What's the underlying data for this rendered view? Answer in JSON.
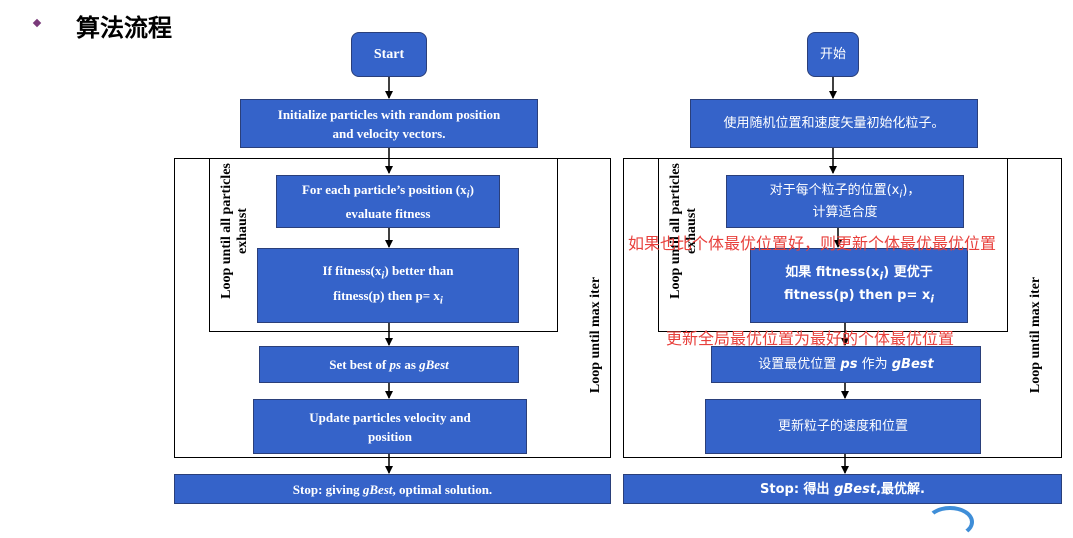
{
  "header": {
    "title": "算法流程"
  },
  "left": {
    "start": "Start",
    "init_line1": "Initialize particles with random position",
    "init_line2": "and velocity vectors.",
    "foreach_line1_prefix": "For each particle’s position (x",
    "foreach_sub": "i",
    "foreach_line1_suffix": ")",
    "foreach_line2": "evaluate fitness",
    "if_line1_a": "If  fitness(x",
    "if_sub": "i",
    "if_line1_b": ") better than",
    "if_line2_a": "fitness(p) then p= x",
    "if_sub2": "i",
    "setbest_a": "Set best of ",
    "setbest_ps": "ps",
    "setbest_b": " as ",
    "setbest_gbest": "gBest",
    "update_line1": "Update particles velocity and",
    "update_line2": "position",
    "stop_a": "Stop: giving ",
    "stop_gbest": "gBest",
    "stop_b": ", optimal solution.",
    "loop_inner": "Loop until all particles exhaust",
    "loop_outer": "Loop until max iter"
  },
  "right": {
    "start": "开始",
    "init": "使用随机位置和速度矢量初始化粒子。",
    "foreach_line1_a": "对于每个粒子的位置(x",
    "foreach_sub": "i",
    "foreach_line1_b": ")，",
    "foreach_line2": "计算适合度",
    "if_line1_a": "如果 fitness(x",
    "if_sub": "i",
    "if_line1_b": ") 更优于",
    "if_line2_a": "fitness(p) then p= x",
    "if_sub2": "i",
    "setbest_a": "设置最优位置 ",
    "setbest_ps": "ps",
    "setbest_b": " 作为 ",
    "setbest_gbest": "gBest",
    "update": "更新粒子的速度和位置",
    "stop_a": "Stop: 得出 ",
    "stop_gbest": "gBest",
    "stop_b": ",最优解.",
    "loop_inner": "Loop until all particles exhaust",
    "loop_outer": "Loop until max iter",
    "overlay1": "如果也比个体最优位置好，则更新个体最优最优位置",
    "overlay2": "更新全局最优位置为最好的个体最优位置"
  },
  "colors": {
    "box_fill": "#3563c9",
    "overlay_text": "#e8403c"
  }
}
